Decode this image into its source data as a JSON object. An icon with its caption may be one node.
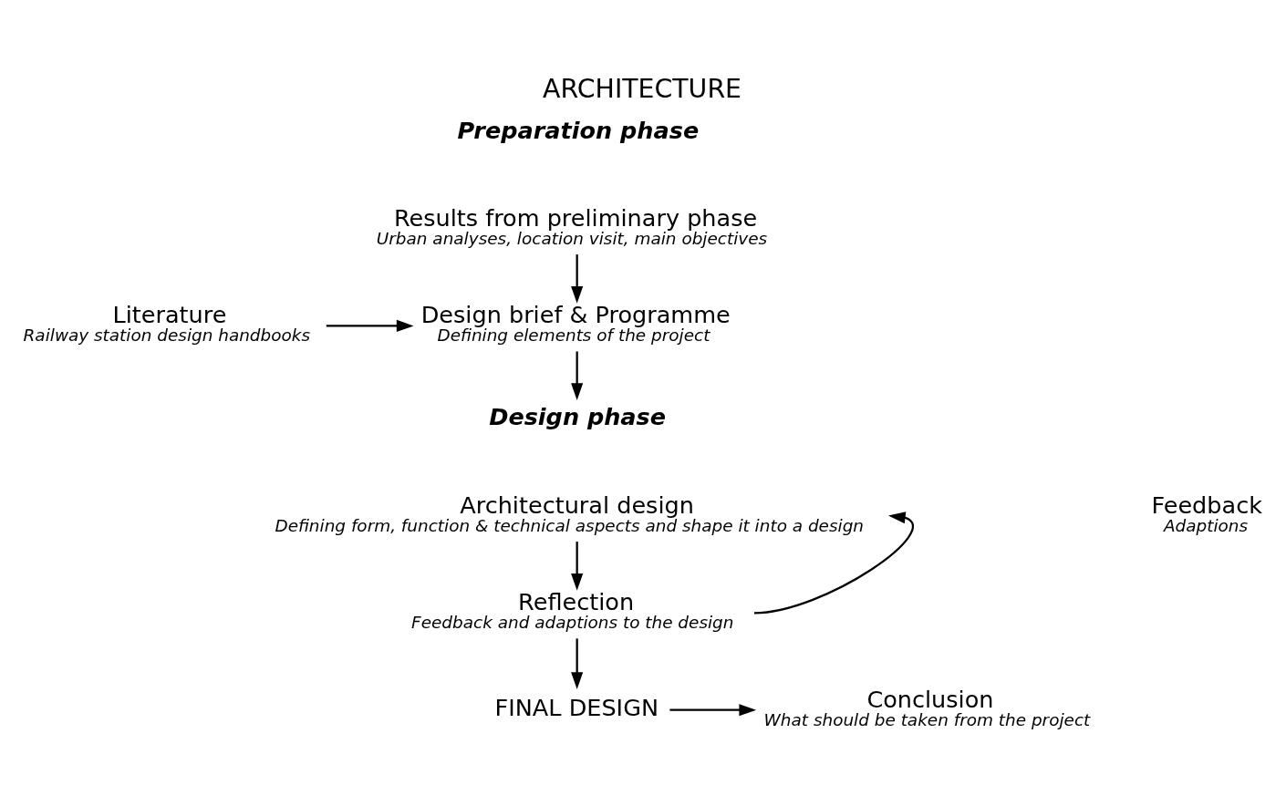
{
  "diagram": {
    "title": "ARCHITECTURE",
    "nodes": [
      {
        "text": [
          "Results from preliminary phase",
          "Urban analyses, location visit, main objectives"
        ]
      },
      {
        "text": [
          "Literature",
          "Railway station design handbooks"
        ]
      },
      {
        "text": [
          "Design brief & Programme",
          "Defining elements of the project"
        ]
      },
      {
        "text": [
          "Design phase"
        ]
      },
      {
        "text": [
          "Architectural design",
          "Defining form, function & technical aspects and shape it into a design"
        ]
      },
      {
        "text": [
          "Reflection",
          "Feedback and adaptions to the design"
        ]
      },
      {
        "text": [
          "Feedback",
          "Adaptions"
        ]
      },
      {
        "text": [
          "FINAL DESIGN"
        ]
      },
      {
        "text": [
          "Conclusion",
          "What should be taken from the project"
        ]
      }
    ],
    "edges": [
      {
        "from": 0,
        "to": 2,
        "arrow": "to"
      },
      {
        "from": 1,
        "to": 2,
        "arrow": "to"
      },
      {
        "from": 2,
        "to": 3,
        "arrow": "to"
      },
      {
        "from": 4,
        "to": 5,
        "arrow": "to"
      },
      {
        "from": 5,
        "to": 4,
        "arrow": "to"
      },
      {
        "from": 5,
        "to": 7,
        "arrow": "to"
      },
      {
        "from": 7,
        "to": 8,
        "arrow": "to"
      }
    ],
    "labels": [
      "Preparation phase"
    ]
  }
}
